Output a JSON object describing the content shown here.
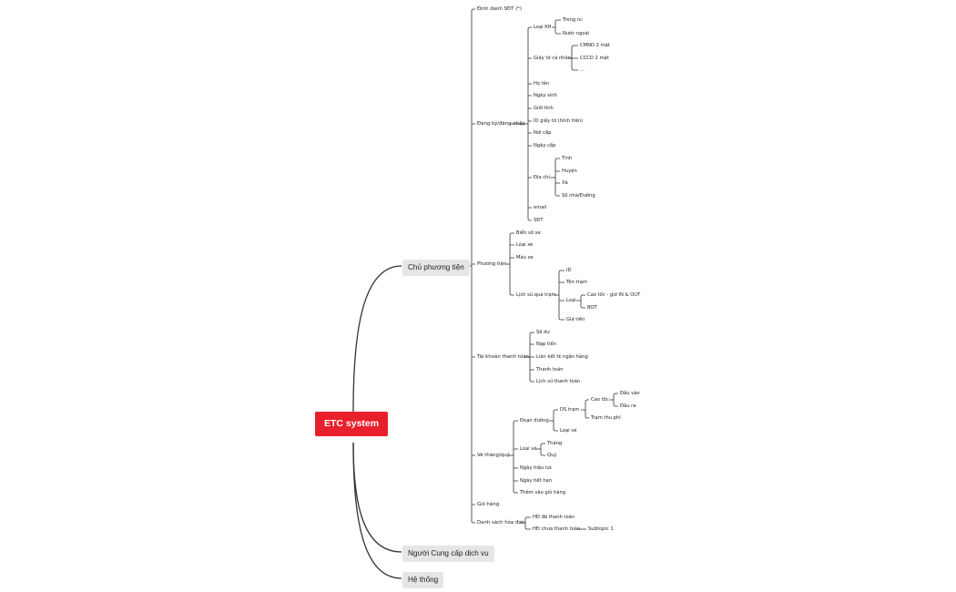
{
  "root": "ETC system",
  "colors": {
    "root": "#e8202c",
    "branch_bg": "#e6e6e6",
    "line": "#333333"
  },
  "branches": {
    "owner": {
      "label": "Chủ phương tiện",
      "items": {
        "sdt_id": "Định danh SĐT (*)",
        "register": {
          "label": "Đăng ký/đăng nhập",
          "kh_type": {
            "label": "Loại KH",
            "domestic": "Trong nc",
            "foreign": "Nước ngoài"
          },
          "docs": {
            "label": "Giấy tờ cá nhân",
            "cmnd": "CMND 2 mặt",
            "cccd": "CCCD 2 mặt",
            "more": "..."
          },
          "fullname": "Họ tên",
          "dob": "Ngày sinh",
          "gender": "Giới tính",
          "doc_id": "ID giấy tờ (hình trên)",
          "issue_place": "Nơi cấp",
          "issue_date": "Ngày cấp",
          "address": {
            "label": "Địa chỉ",
            "province": "Tỉnh",
            "district": "Huyện",
            "commune": "Xã",
            "street": "Số nhà/Đường"
          },
          "email": "email",
          "phone": "SĐT"
        },
        "vehicle": {
          "label": "Phương tiện",
          "plate": "Biển số xe",
          "type": "Loại xe",
          "color": "Màu xe",
          "history": {
            "label": "Lịch sử qua trạm",
            "id": "ID",
            "station": "Tên trạm",
            "kind": {
              "label": "Loại",
              "highway": "Cao tốc - giờ IN & OUT",
              "bot": "BOT"
            },
            "price": "Giá tiền"
          }
        },
        "account": {
          "label": "Tài khoản thanh toán",
          "balance": "Số dư",
          "topup": "Nạp tiền",
          "bank_link": "Liên kết tk ngân hàng",
          "pay": "Thanh toán",
          "pay_history": "Lịch sử thanh toán"
        },
        "ticket": {
          "label": "Vé tháng/quý",
          "segment": {
            "label": "Đoạn đường",
            "stations": {
              "label": "DS trạm",
              "highway": {
                "label": "Cao tốc",
                "entry": "Đầu vào",
                "exit": "Đầu ra"
              },
              "toll": "Trạm thu phí"
            },
            "ticket_type": "Loại vé"
          },
          "ticket_kind": {
            "label": "Loại vé",
            "month": "Tháng",
            "quarter": "Quý"
          },
          "valid_from": "Ngày hiệu lực",
          "valid_to": "Ngày hết hạn",
          "add_cart": "Thêm vào giỏ hàng"
        },
        "cart": "Giỏ hàng",
        "invoices": {
          "label": "Danh sách hóa đơn",
          "paid": "HĐ đã thanh toán",
          "unpaid": "HĐ chưa thanh toán",
          "subtopic": "Subtopic 1"
        }
      }
    },
    "provider": {
      "label": "Người Cung cấp dịch vụ"
    },
    "system": {
      "label": "Hệ thống"
    }
  }
}
